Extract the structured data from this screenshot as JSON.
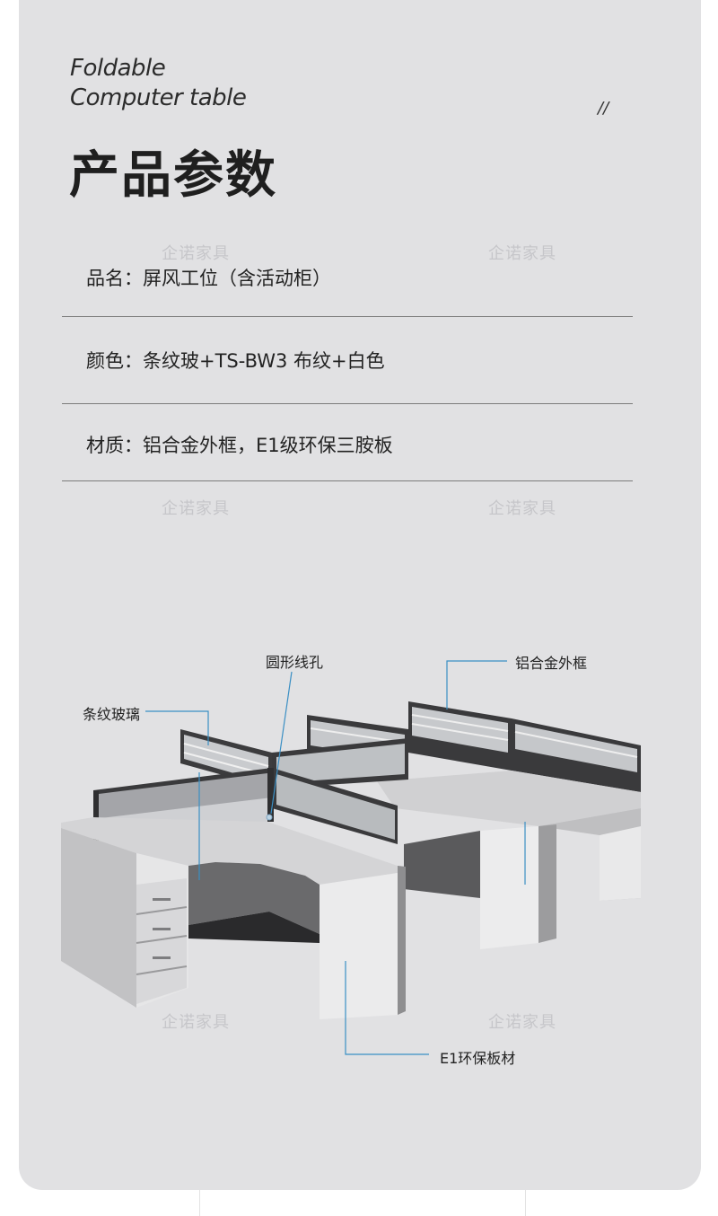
{
  "header": {
    "en_line1": "Foldable",
    "en_line2": "Computer table",
    "slash": "//",
    "zh_title": "产品参数"
  },
  "specs": [
    {
      "text": "品名：屏风工位（含活动柜）"
    },
    {
      "text": "颜色：条纹玻+TS-BW3 布纹+白色"
    },
    {
      "text": "材质：铝合金外框，E1级环保三胺板"
    }
  ],
  "watermark": {
    "text": "企诺家具"
  },
  "callouts": {
    "glass": "条纹玻璃",
    "hole": "圆形线孔",
    "frame": "铝合金外框",
    "board": "E1环保板材"
  },
  "colors": {
    "background": "#e1e1e3",
    "text": "#222222",
    "callout_line": "#3a8fc4"
  }
}
